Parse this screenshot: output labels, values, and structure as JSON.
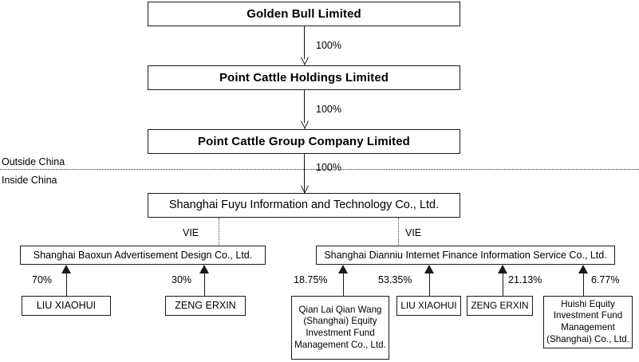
{
  "diagram": {
    "title_nodes": {
      "golden_bull": "Golden Bull Limited",
      "point_cattle_holdings": "Point Cattle Holdings Limited",
      "point_cattle_group": "Point Cattle Group Company Limited",
      "shanghai_fuyu": "Shanghai Fuyu Information and Technology Co., Ltd.",
      "shanghai_baoxun": "Shanghai Baoxun Advertisement Design Co., Ltd.",
      "shanghai_dianniu": "Shanghai Dianniu Internet Finance Information Service Co., Ltd."
    },
    "shareholders": {
      "baoxun_liu_xiaohui": "LIU XIAOHUI",
      "baoxun_zeng_erxin": "ZENG ERXIN",
      "dianniu_qian_lai": "Qian Lai Qian Wang (Shanghai) Equity Investment Fund Management Co., Ltd.",
      "dianniu_liu_xiaohui": "LIU XIAOHUI",
      "dianniu_zeng_erxin": "ZENG ERXIN",
      "dianniu_huishi": "Huishi Equity Investment Fund Management (Shanghai) Co., Ltd."
    },
    "ownership": {
      "golden_to_holdings": "100%",
      "holdings_to_group": "100%",
      "group_to_fuyu": "100%",
      "liu_to_baoxun": "70%",
      "zeng_to_baoxun": "30%",
      "qian_lai_to_dianniu": "18.75%",
      "liu_to_dianniu": "53.35%",
      "zeng_to_dianniu": "21.13%",
      "huishi_to_dianniu": "6.77%"
    },
    "vie_labels": {
      "baoxun": "VIE",
      "dianniu": "VIE"
    },
    "regions": {
      "outside": "Outside China",
      "inside": "Inside China"
    }
  }
}
